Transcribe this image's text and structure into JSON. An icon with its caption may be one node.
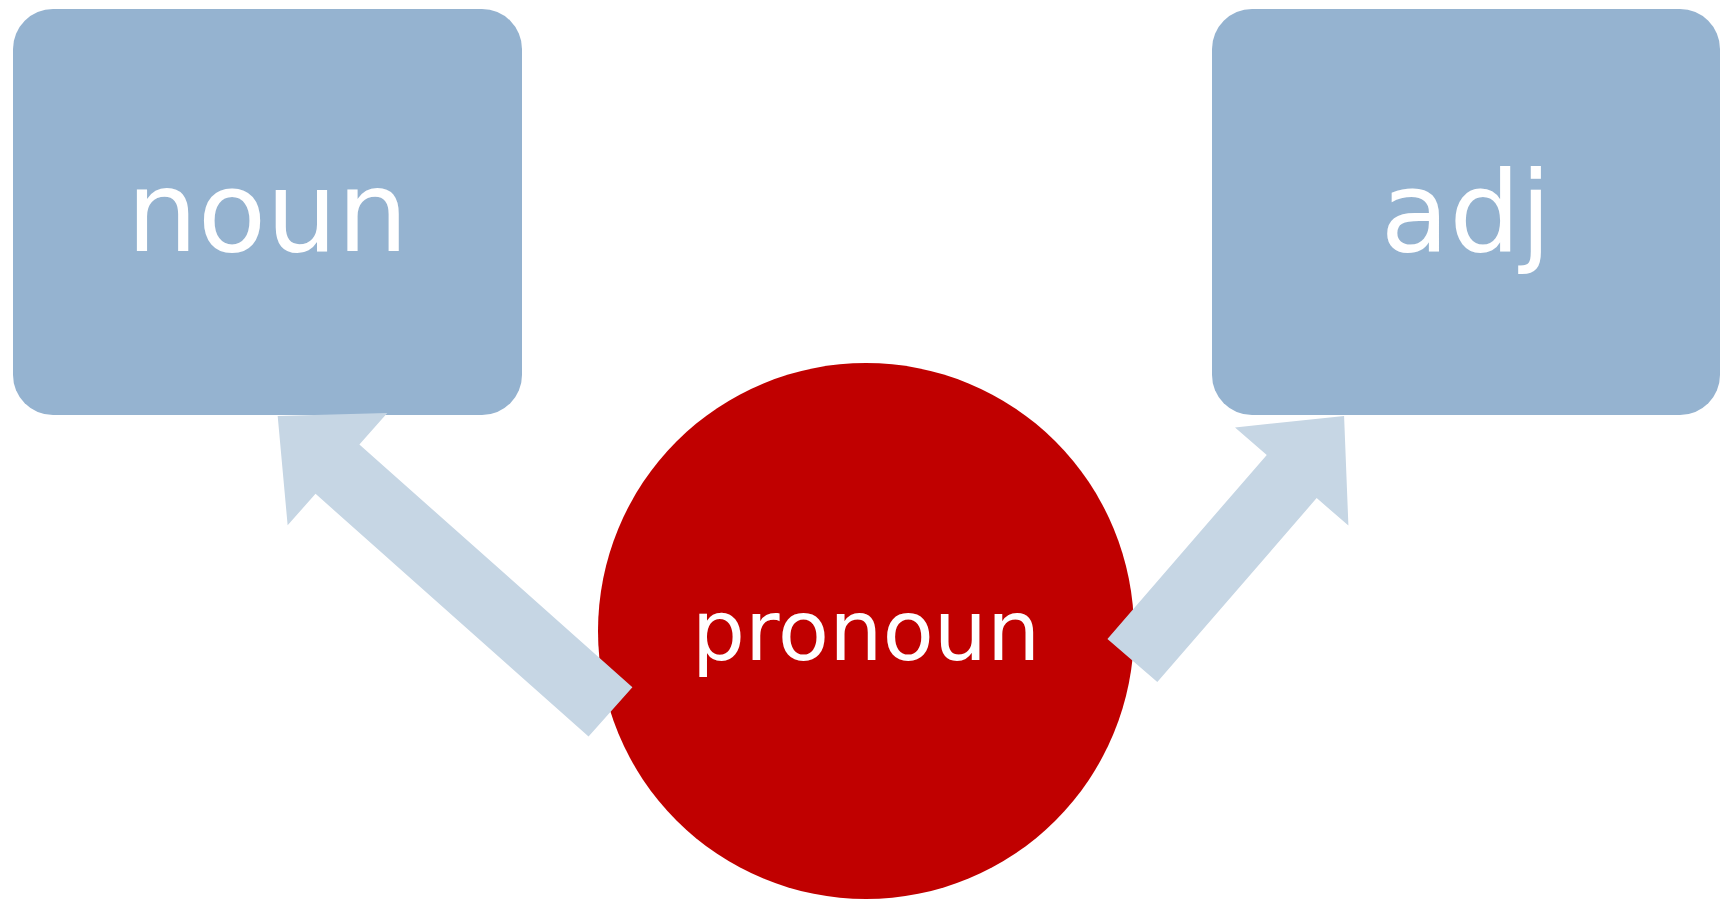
{
  "diagram": {
    "nodes": [
      {
        "text": [
          "noun"
        ]
      },
      {
        "text": [
          "adj"
        ]
      },
      {
        "text": [
          "pronoun"
        ]
      }
    ],
    "edges": [
      {
        "from": 2,
        "to": 0,
        "arrow": "to",
        "style": "thick"
      },
      {
        "from": 2,
        "to": 1,
        "arrow": "to",
        "style": "thick"
      }
    ]
  }
}
